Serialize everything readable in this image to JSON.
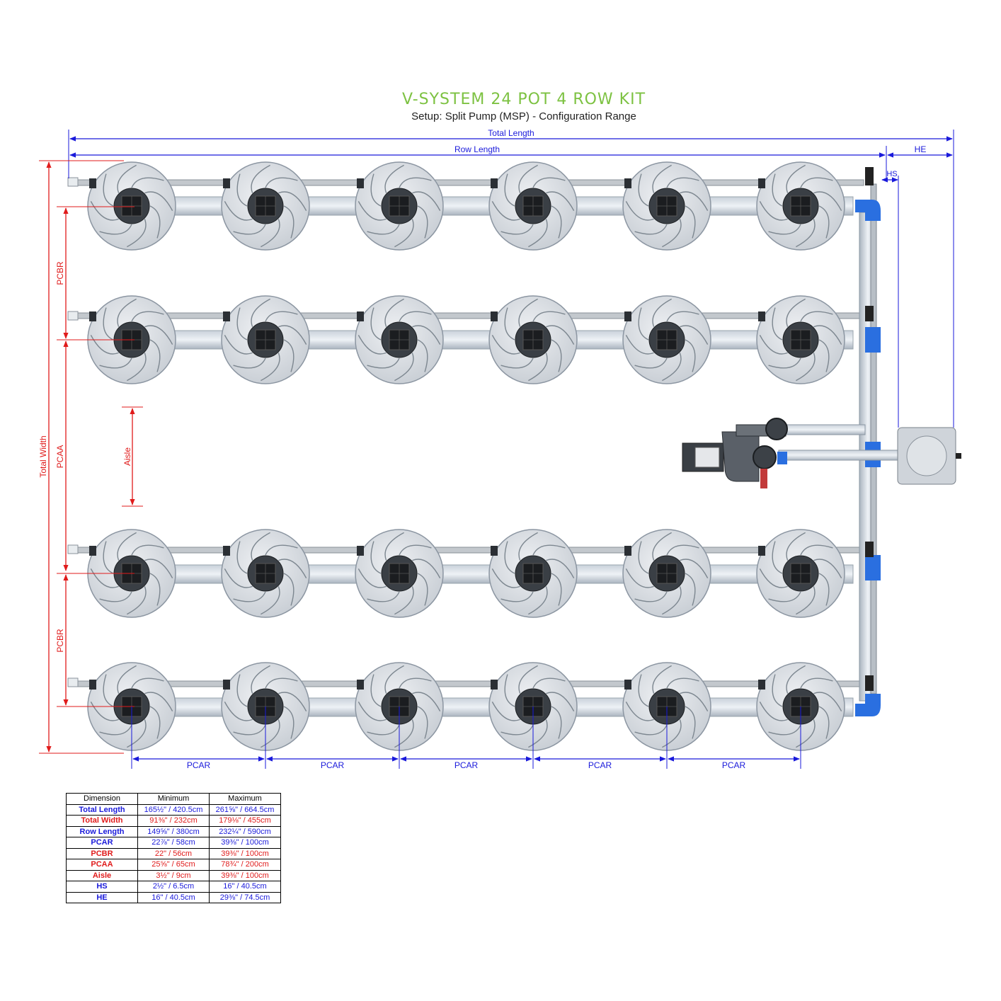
{
  "title": "V-SYSTEM 24 POT 4 ROW KIT",
  "subtitle": "Setup: Split Pump (MSP) - Configuration Range",
  "colors": {
    "title": "#7dc242",
    "blue_dim": "#1a1adb",
    "red_dim": "#e01b1b",
    "pipe_blue": "#2a6fe0",
    "pot_fill": "#d9dde2",
    "pot_edge": "#8c96a2"
  },
  "layout": {
    "rows": 4,
    "pots_per_row": 6
  },
  "dimension_labels": {
    "total_length": "Total Length",
    "row_length": "Row Length",
    "he": "HE",
    "hs": "HS",
    "total_width": "Total Width",
    "pcbr": "PCBR",
    "pcaa": "PCAA",
    "aisle": "Aisle",
    "pcar": "PCAR"
  },
  "table": {
    "headers": [
      "Dimension",
      "Minimum",
      "Maximum"
    ],
    "rows": [
      {
        "name": "Total Length",
        "min": "165½\" / 420.5cm",
        "max": "261⅝\" / 664.5cm",
        "color": "blue"
      },
      {
        "name": "Total Width",
        "min": "91⅜\" / 232cm",
        "max": "179⅛\" / 455cm",
        "color": "red"
      },
      {
        "name": "Row Length",
        "min": "149⅝\" / 380cm",
        "max": "232¼\" / 590cm",
        "color": "blue"
      },
      {
        "name": "PCAR",
        "min": "22⅞\" / 58cm",
        "max": "39⅜\" / 100cm",
        "color": "blue"
      },
      {
        "name": "PCBR",
        "min": "22\" / 56cm",
        "max": "39⅜\" / 100cm",
        "color": "red"
      },
      {
        "name": "PCAA",
        "min": "25⅝\" / 65cm",
        "max": "78¾\" / 200cm",
        "color": "red"
      },
      {
        "name": "Aisle",
        "min": "3½\" / 9cm",
        "max": "39⅜\" / 100cm",
        "color": "red"
      },
      {
        "name": "HS",
        "min": "2½\" / 6.5cm",
        "max": "16\" / 40.5cm",
        "color": "blue"
      },
      {
        "name": "HE",
        "min": "16\" / 40.5cm",
        "max": "29⅜\" / 74.5cm",
        "color": "blue"
      }
    ]
  }
}
